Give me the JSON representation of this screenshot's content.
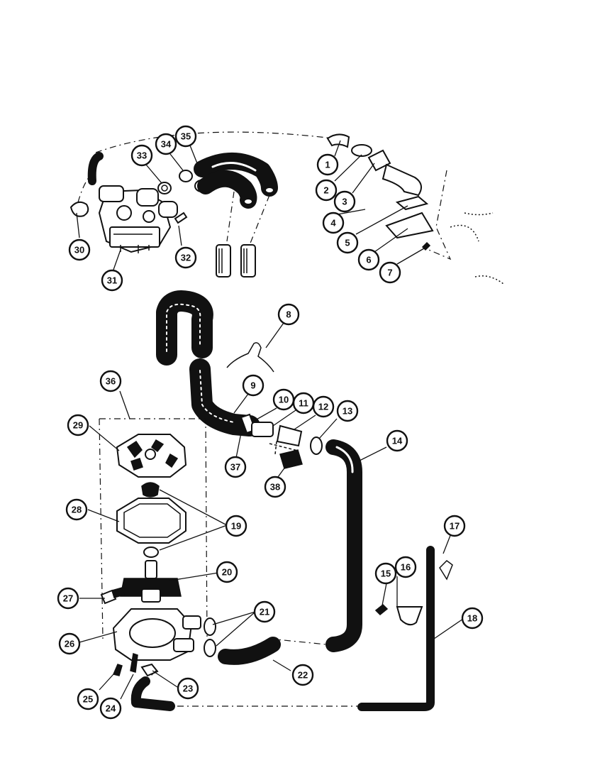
{
  "callouts": [
    {
      "id": "1",
      "label": "1"
    },
    {
      "id": "2",
      "label": "2"
    },
    {
      "id": "3",
      "label": "3"
    },
    {
      "id": "4",
      "label": "4"
    },
    {
      "id": "5",
      "label": "5"
    },
    {
      "id": "6",
      "label": "6"
    },
    {
      "id": "7",
      "label": "7"
    },
    {
      "id": "8",
      "label": "8"
    },
    {
      "id": "9",
      "label": "9"
    },
    {
      "id": "10",
      "label": "10"
    },
    {
      "id": "11",
      "label": "11"
    },
    {
      "id": "12",
      "label": "12"
    },
    {
      "id": "13",
      "label": "13"
    },
    {
      "id": "14",
      "label": "14"
    },
    {
      "id": "15",
      "label": "15"
    },
    {
      "id": "16",
      "label": "16"
    },
    {
      "id": "17",
      "label": "17"
    },
    {
      "id": "18",
      "label": "18"
    },
    {
      "id": "19",
      "label": "19"
    },
    {
      "id": "20",
      "label": "20"
    },
    {
      "id": "21",
      "label": "21"
    },
    {
      "id": "22",
      "label": "22"
    },
    {
      "id": "23",
      "label": "23"
    },
    {
      "id": "24",
      "label": "24"
    },
    {
      "id": "25",
      "label": "25"
    },
    {
      "id": "26",
      "label": "26"
    },
    {
      "id": "27",
      "label": "27"
    },
    {
      "id": "28",
      "label": "28"
    },
    {
      "id": "29",
      "label": "29"
    },
    {
      "id": "30",
      "label": "30"
    },
    {
      "id": "31",
      "label": "31"
    },
    {
      "id": "32",
      "label": "32"
    },
    {
      "id": "33",
      "label": "33"
    },
    {
      "id": "34",
      "label": "34"
    },
    {
      "id": "35",
      "label": "35"
    },
    {
      "id": "36",
      "label": "36"
    },
    {
      "id": "37",
      "label": "37"
    },
    {
      "id": "38",
      "label": "38"
    }
  ],
  "colors": {
    "ink": "#111111",
    "paper": "#ffffff"
  }
}
